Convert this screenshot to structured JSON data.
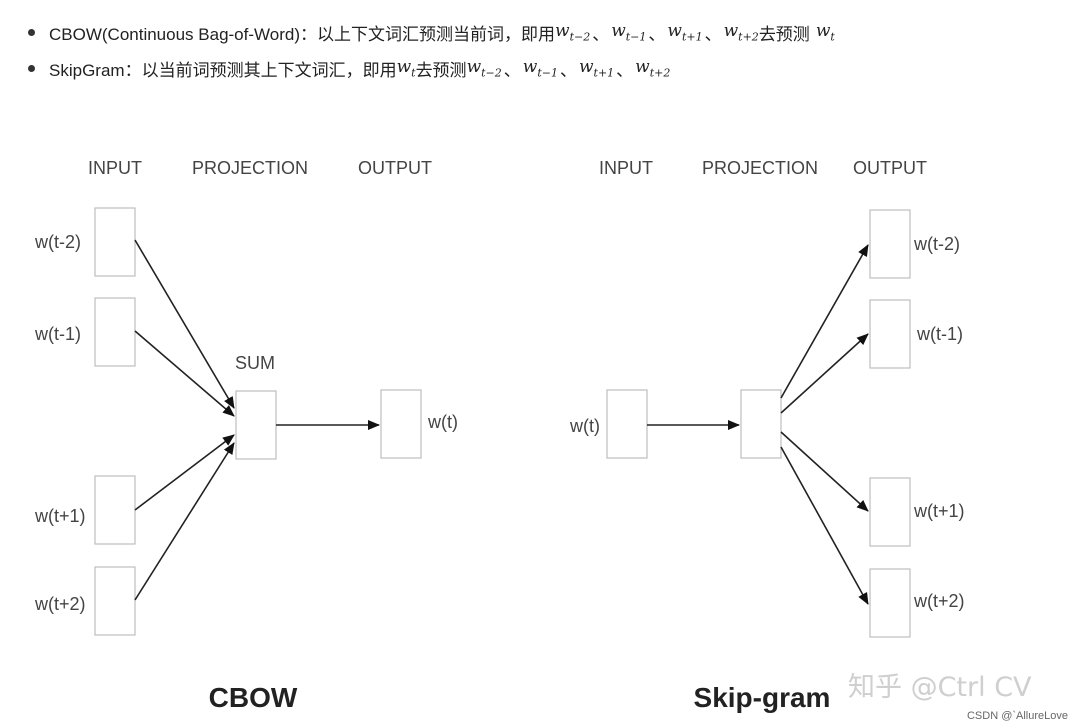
{
  "bullets": [
    {
      "label": "CBOW(Continuous Bag-of-Word)：以上下文词汇预测当前词，即用",
      "terms": [
        "t−2",
        "t−1",
        "t+1",
        "t+2"
      ],
      "suffix": "去预测",
      "target": "t"
    },
    {
      "label": "SkipGram：以当前词预测其上下文词汇，即用",
      "source": "t",
      "suffix": "去预测",
      "terms": [
        "t−2",
        "t−1",
        "t+1",
        "t+2"
      ]
    }
  ],
  "math_symbol": "w",
  "separator": "、",
  "cbow": {
    "headers": {
      "input": "INPUT",
      "projection": "PROJECTION",
      "output": "OUTPUT"
    },
    "inputs": [
      "w(t-2)",
      "w(t-1)",
      "w(t+1)",
      "w(t+2)"
    ],
    "projection_label": "SUM",
    "output": "w(t)",
    "title": "CBOW"
  },
  "skipgram": {
    "headers": {
      "input": "INPUT",
      "projection": "PROJECTION",
      "output": "OUTPUT"
    },
    "input": "w(t)",
    "outputs": [
      "w(t-2)",
      "w(t-1)",
      "w(t+1)",
      "w(t+2)"
    ],
    "title": "Skip-gram"
  },
  "watermark": "知乎 @Ctrl CV",
  "credit": "CSDN @`AllureLove"
}
